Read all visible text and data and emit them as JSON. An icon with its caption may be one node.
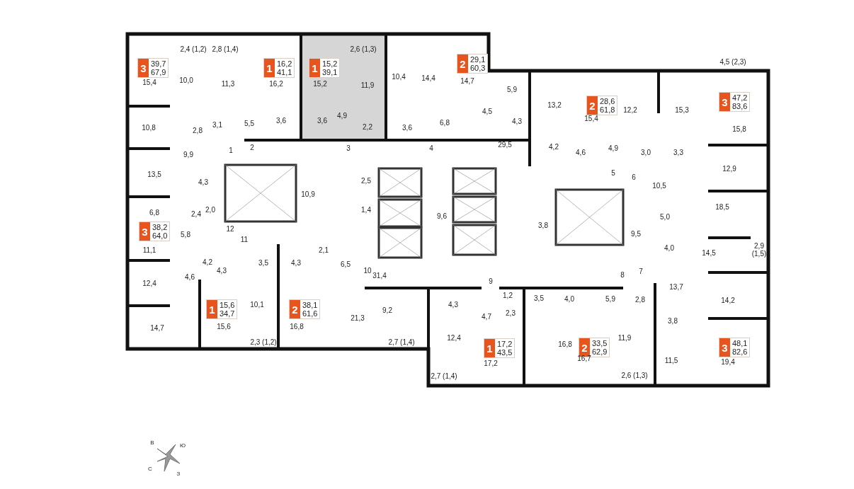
{
  "diagram": {
    "nodes": [
      {
        "text": [
          "3",
          "39,7",
          "67,9"
        ]
      },
      {
        "text": [
          "1",
          "16,2",
          "41,1"
        ]
      },
      {
        "text": [
          "1",
          "15,2",
          "39,1"
        ]
      },
      {
        "text": [
          "2",
          "29,1",
          "60,3"
        ]
      },
      {
        "text": [
          "2",
          "28,6",
          "61,8"
        ]
      },
      {
        "text": [
          "3",
          "47,2",
          "83,6"
        ]
      },
      {
        "text": [
          "3",
          "38,2",
          "64,0"
        ]
      },
      {
        "text": [
          "1",
          "15,6",
          "34,7"
        ]
      },
      {
        "text": [
          "2",
          "38,1",
          "61,6"
        ]
      },
      {
        "text": [
          "1",
          "17,2",
          "43,5"
        ]
      },
      {
        "text": [
          "2",
          "33,5",
          "62,9"
        ]
      },
      {
        "text": [
          "3",
          "48,1",
          "82,6"
        ]
      }
    ],
    "labels": [
      "2,4 (1,2)",
      "2,8 (1,4)",
      "2,6 (1,3)",
      "4,5 (2,3)",
      "15,4",
      "10,0",
      "11,3",
      "16,2",
      "15,2",
      "11,9",
      "10,4",
      "14,4",
      "14,7",
      "5,9",
      "13,2",
      "10,8",
      "2,8",
      "3,1",
      "5,5",
      "3,6",
      "3,6",
      "4,9",
      "2,2",
      "3,6",
      "6,8",
      "4,5",
      "4,3",
      "15,4",
      "12,2",
      "15,3",
      "15,8",
      "9,9",
      "1",
      "2",
      "3",
      "4",
      "29,5",
      "4,2",
      "4,6",
      "4,9",
      "3,0",
      "3,3",
      "12,9",
      "13,5",
      "4,3",
      "2,5",
      "5",
      "6",
      "10,5",
      "10,9",
      "6,8",
      "2,4",
      "2,0",
      "1,4",
      "9,6",
      "5,0",
      "18,5",
      "12",
      "3,8",
      "5,8",
      "9,5",
      "11",
      "11,1",
      "2,1",
      "4,0",
      "14,5",
      "2,9 (1,5)",
      "4,2",
      "3,5",
      "4,3",
      "6,5",
      "12,4",
      "4,6",
      "4,3",
      "10",
      "31,4",
      "9",
      "8",
      "7",
      "13,7",
      "10,1",
      "4,3",
      "1,2",
      "3,5",
      "4,0",
      "5,9",
      "2,8",
      "14,2",
      "21,3",
      "9,2",
      "4,7",
      "2,3",
      "3,8",
      "14,7",
      "15,6",
      "16,8",
      "2,3 (1,2)",
      "2,7 (1,4)",
      "12,4",
      "16,8",
      "11,9",
      "17,2",
      "16,7",
      "11,5",
      "19,4",
      "2,7 (1,4)",
      "2,6 (1,3)",
      "В",
      "Ю",
      "С",
      "З"
    ]
  }
}
